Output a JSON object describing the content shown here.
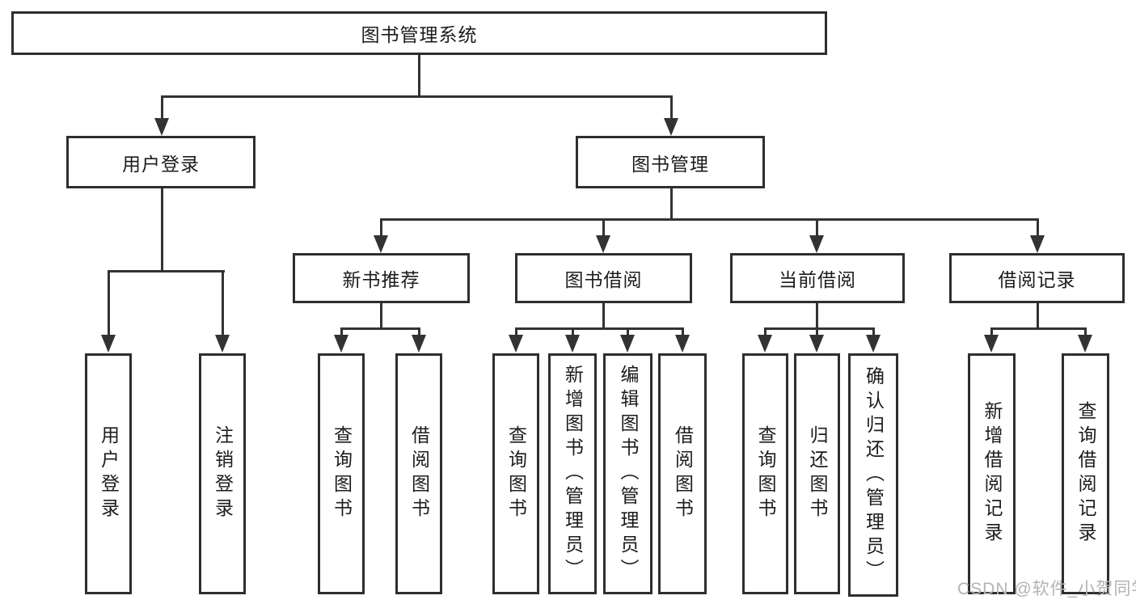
{
  "diagram": {
    "root": "图书管理系统",
    "level2": {
      "user_login": "用户登录",
      "book_management": "图书管理"
    },
    "level3": {
      "new_book": "新书推荐",
      "book_borrow": "图书借阅",
      "current_borrow": "当前借阅",
      "borrow_record": "借阅记录"
    },
    "leaves": {
      "user_login": [
        "用户登录",
        "注销登录"
      ],
      "new_book": [
        "查询图书",
        "借阅图书"
      ],
      "book_borrow": [
        "查询图书",
        "新增图书（管理员）",
        "编辑图书（管理员）",
        "借阅图书"
      ],
      "current_borrow": [
        "查询图书",
        "归还图书",
        "确认归还（管理员）"
      ],
      "borrow_record": [
        "新增借阅记录",
        "查询借阅记录"
      ]
    }
  },
  "watermark": "CSDN @软件_小贺同学",
  "colors": {
    "line": "#333333",
    "text": "#1c1c1c",
    "watermark": "#b3b3b3",
    "background": "#ffffff"
  }
}
